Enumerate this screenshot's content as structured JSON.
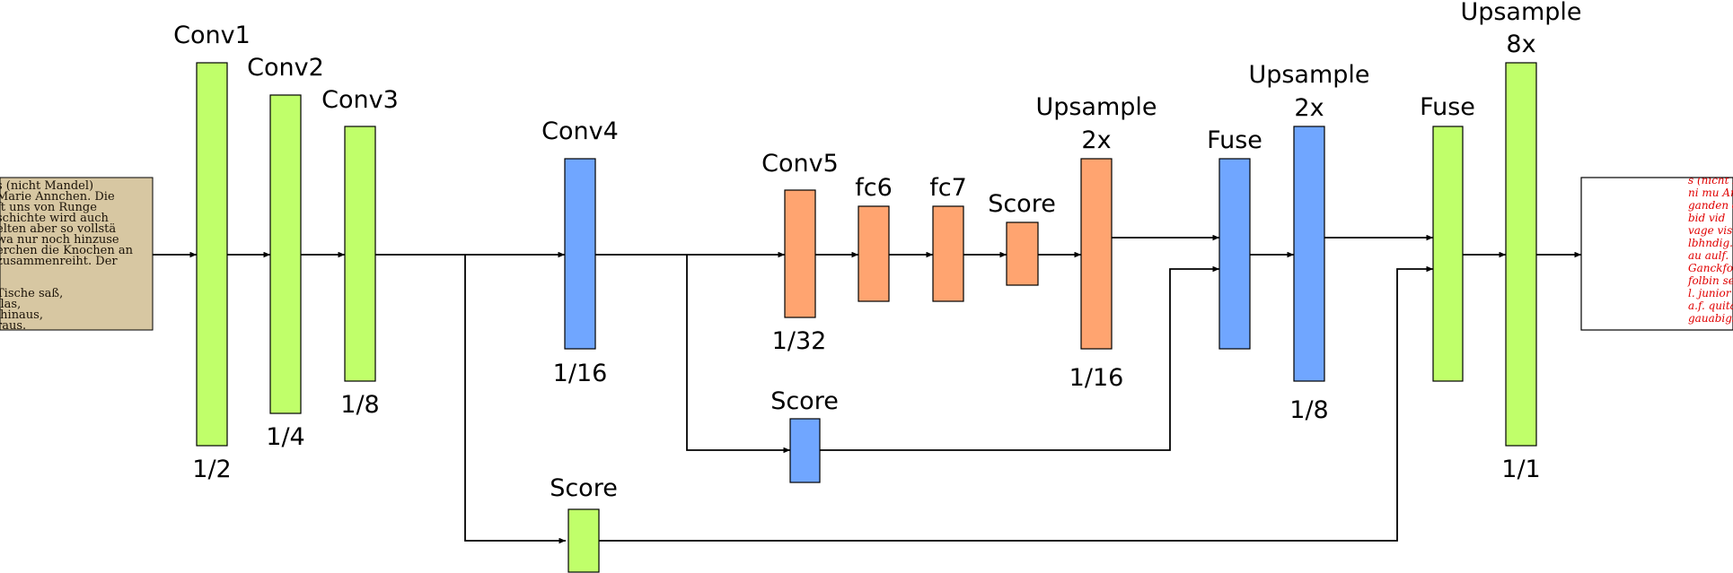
{
  "colors": {
    "green": "#c0ff6a",
    "blue": "#70a6ff",
    "orange": "#ffa470",
    "line": "#000000",
    "handwriting": "#e00000"
  },
  "blocks": {
    "conv1": {
      "label": "Conv1",
      "scale": "1/2",
      "color": "green"
    },
    "conv2": {
      "label": "Conv2",
      "scale": "1/4",
      "color": "green"
    },
    "conv3": {
      "label": "Conv3",
      "scale": "1/8",
      "color": "green"
    },
    "conv4": {
      "label": "Conv4",
      "scale": "1/16",
      "color": "blue"
    },
    "conv5": {
      "label": "Conv5",
      "scale": "1/32",
      "color": "orange"
    },
    "fc6": {
      "label": "fc6",
      "color": "orange"
    },
    "fc7": {
      "label": "fc7",
      "color": "orange"
    },
    "score1": {
      "label": "Score",
      "color": "orange"
    },
    "up1": {
      "label1": "Upsample",
      "label2": "2x",
      "scale": "1/16",
      "color": "orange"
    },
    "fuse1": {
      "label": "Fuse",
      "color": "blue"
    },
    "up2": {
      "label1": "Upsample",
      "label2": "2x",
      "scale": "1/8",
      "color": "blue"
    },
    "fuse2": {
      "label": "Fuse",
      "color": "green"
    },
    "up3": {
      "label1": "Upsample",
      "label2": "8x",
      "scale": "1/1",
      "color": "green"
    },
    "score2": {
      "label": "Score",
      "color": "blue"
    },
    "score3": {
      "label": "Score",
      "color": "green"
    }
  },
  "input_text": [
    "s (nicht Mandel)",
    "Marie Annchen. Die",
    "ft uns von Runge",
    "schichte wird auch",
    "elten aber so vollstä",
    "wa nur noch hinzuse",
    "erchen die Knochen an",
    "zusammenreiht. Der",
    "",
    "",
    "Tische saß,",
    "flas,",
    "ihinaus,",
    "raus."
  ],
  "output_text": [
    "s (nicht Mandel)",
    "ni mu Ann",
    "ganden die",
    "bid vid",
    "vage vis",
    "lbhndig.",
    "au aulf.",
    "Ganckfolio",
    "folbin se",
    "l. junior",
    "a.f. quitan",
    "gauabigs"
  ]
}
